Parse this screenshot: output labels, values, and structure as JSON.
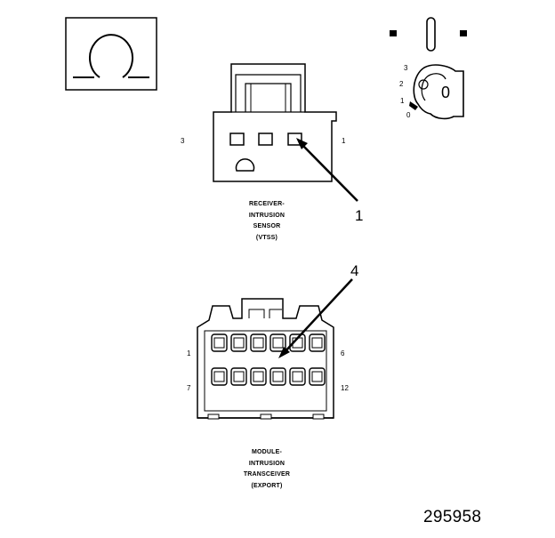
{
  "symbol_ohm": "Ω",
  "connector_top": {
    "label_lines": [
      "RECEIVER-",
      "INTRUSION",
      "SENSOR",
      "(VTSS)"
    ],
    "pin_left": "3",
    "pin_right": "1",
    "callout": "1"
  },
  "connector_bottom": {
    "label_lines": [
      "MODULE-",
      "INTRUSION",
      "TRANSCEIVER",
      "(EXPORT)"
    ],
    "pin_top_left": "1",
    "pin_top_right": "6",
    "pin_bottom_left": "7",
    "pin_bottom_right": "12",
    "callout": "4"
  },
  "ignition_key": {
    "positions": [
      "3",
      "2",
      "1",
      "0"
    ],
    "key_label": "0"
  },
  "figure_number": "295958"
}
